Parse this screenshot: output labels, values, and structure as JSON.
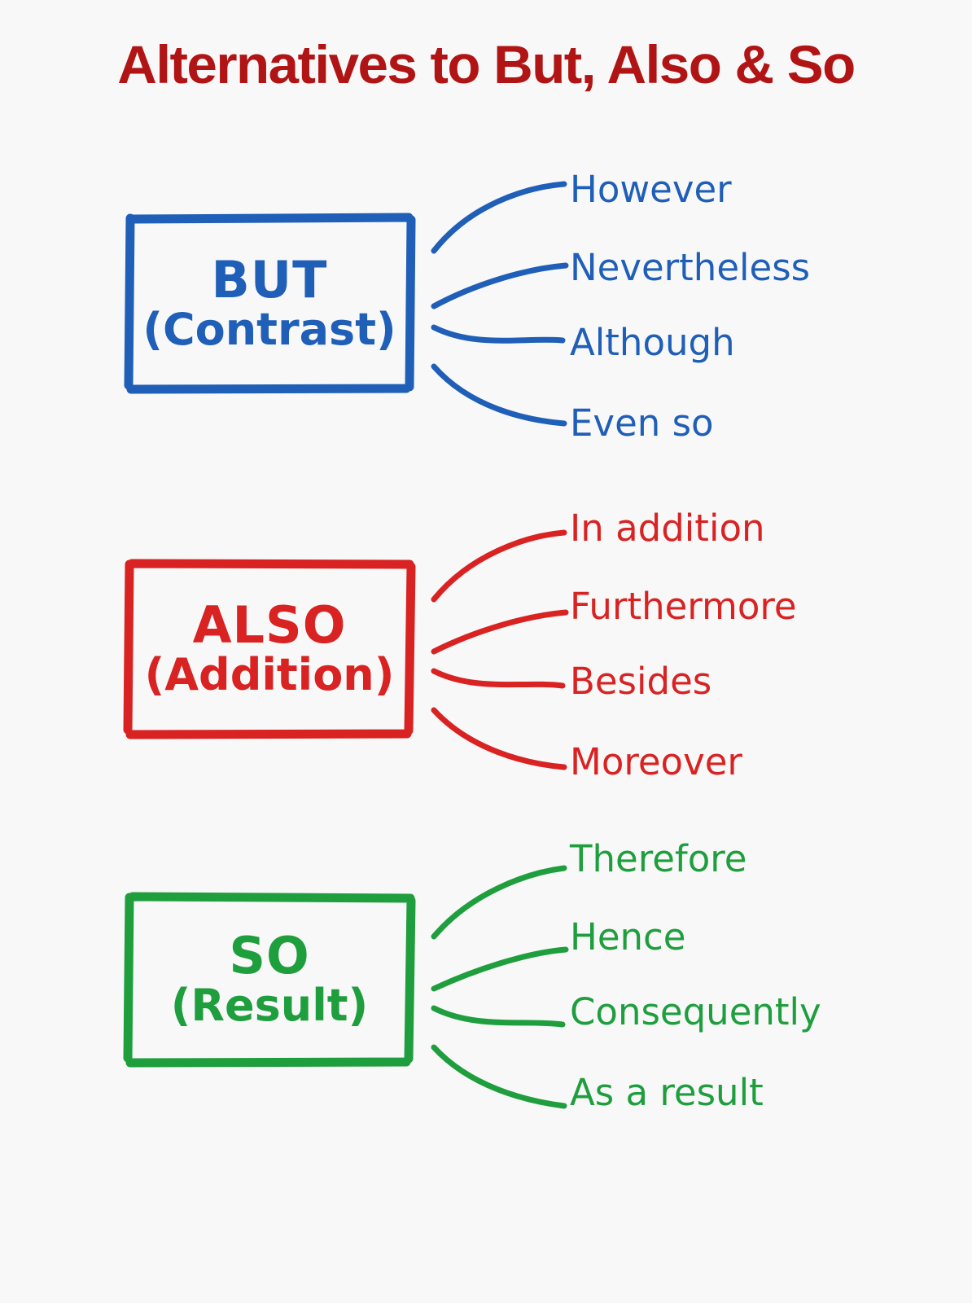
{
  "page": {
    "title": "Alternatives to But, Also & So",
    "background_color": "#f8f8f8",
    "title_color": "#b11414"
  },
  "groups": [
    {
      "id": "but",
      "color": "#1f5fb8",
      "box": {
        "main_label": "BUT",
        "sub_label": "(Contrast)"
      },
      "alternatives": [
        "However",
        "Nevertheless",
        "Although",
        "Even so"
      ]
    },
    {
      "id": "also",
      "color": "#d92222",
      "box": {
        "main_label": "ALSO",
        "sub_label": "(Addition)"
      },
      "alternatives": [
        "In addition",
        "Furthermore",
        "Besides",
        "Moreover"
      ]
    },
    {
      "id": "so",
      "color": "#1f9e3e",
      "box": {
        "main_label": "SO",
        "sub_label": "(Result)"
      },
      "alternatives": [
        "Therefore",
        "Hence",
        "Consequently",
        "As a result"
      ]
    }
  ]
}
